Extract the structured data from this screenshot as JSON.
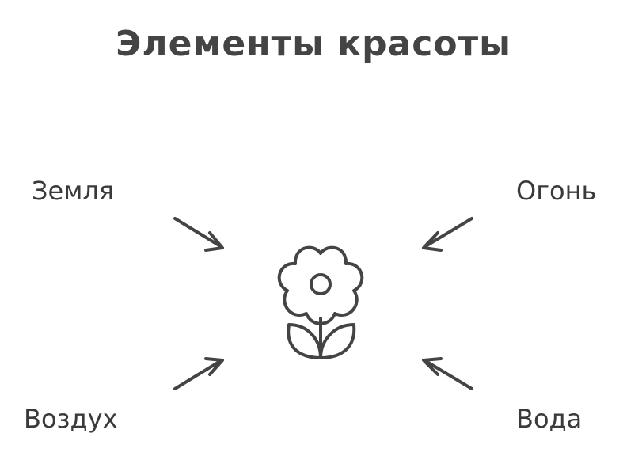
{
  "title": "Элементы красоты",
  "labels": {
    "earth": "Земля",
    "fire": "Огонь",
    "air": "Воздух",
    "water": "Вода"
  },
  "center_icon": "flower-icon",
  "arrow_icon": "arrow-icon",
  "colors": {
    "ink": "#444444",
    "background": "#ffffff"
  }
}
